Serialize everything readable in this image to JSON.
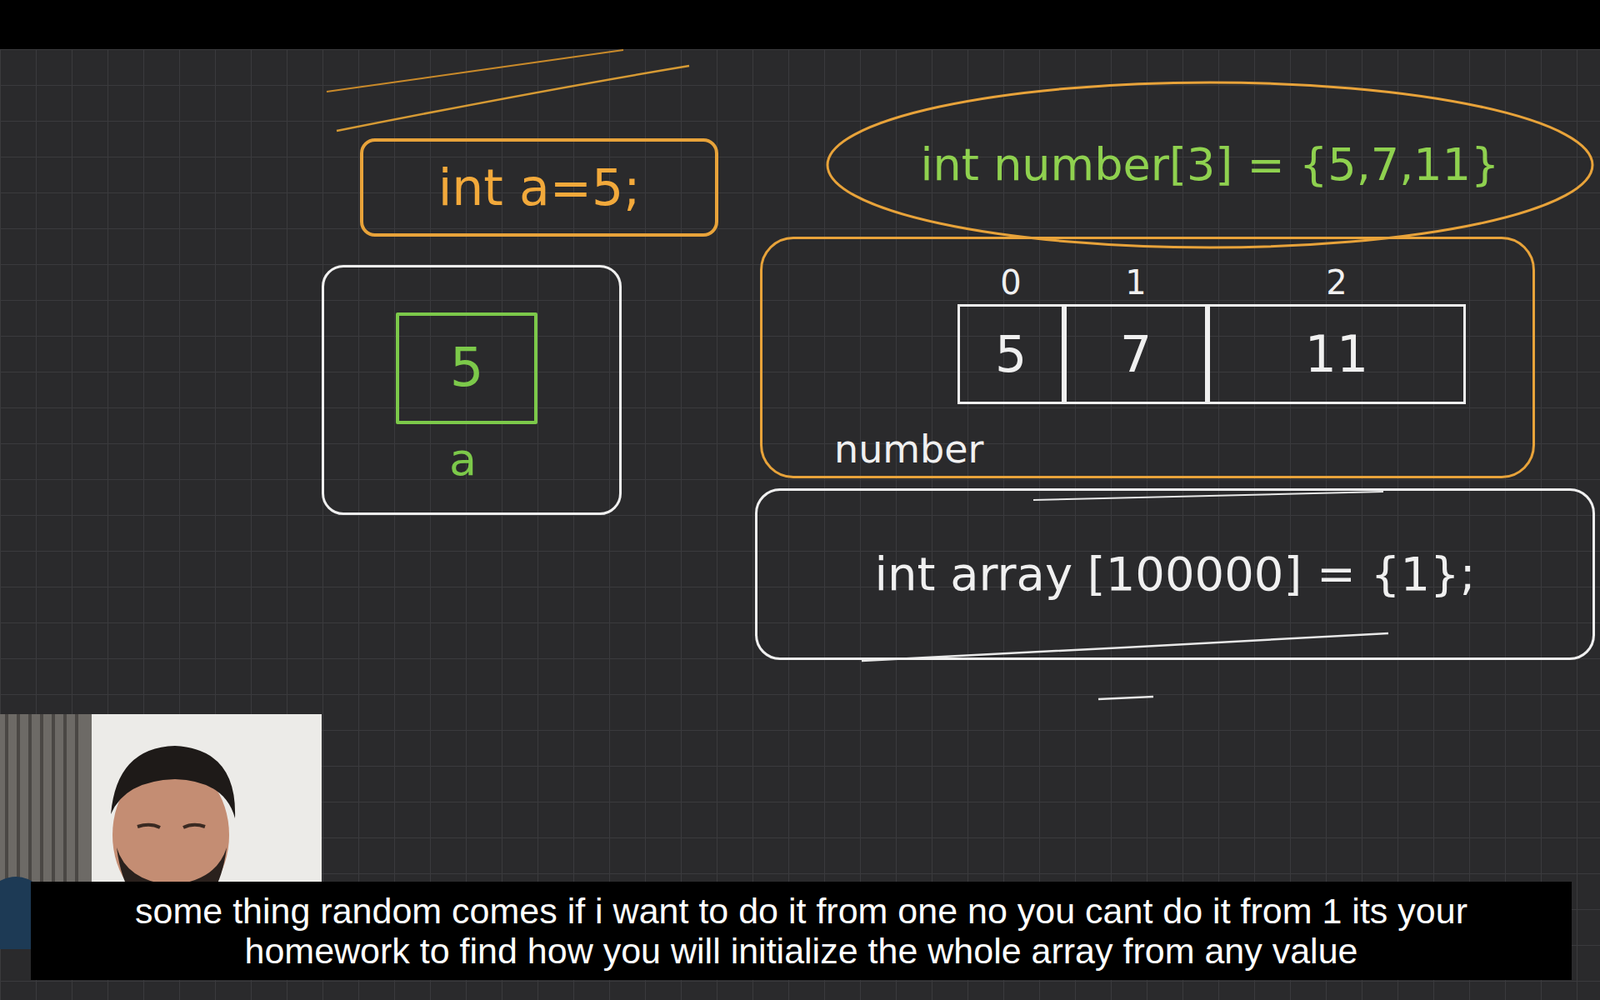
{
  "diagram": {
    "caption": "some thing random comes if i want to do it from one no you cant do it from 1 its your homework to find how you will initialize the whole array from any value",
    "nodes": [
      {
        "text": [
          "int a=5;"
        ]
      },
      {
        "text": [
          "a"
        ]
      },
      {
        "text": [
          "5"
        ],
        "in": 1
      },
      {
        "text": [
          "int number[3] = {5,7,11}"
        ]
      },
      {
        "text": [
          "number"
        ]
      },
      {
        "text": [
          "0",
          "5"
        ],
        "in": 4
      },
      {
        "text": [
          "1",
          "7"
        ],
        "in": 4
      },
      {
        "text": [
          "2",
          "11"
        ],
        "in": 4
      },
      {
        "text": [
          "int array [100000] = {1};"
        ]
      }
    ]
  }
}
